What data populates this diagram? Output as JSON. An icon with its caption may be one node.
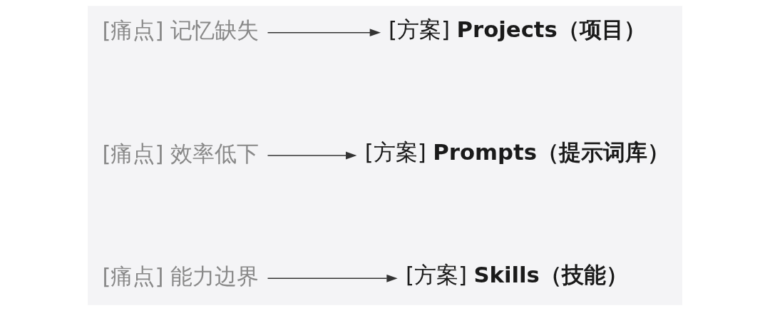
{
  "diagram": {
    "nodes": [
      {
        "text": [
          "[痛点] 记忆缺失"
        ]
      },
      {
        "text": [
          "[方案] **Projects（项目）**"
        ]
      },
      {
        "text": [
          "[痛点] 效率低下"
        ]
      },
      {
        "text": [
          "[方案] **Prompts（提示词库）**"
        ]
      },
      {
        "text": [
          "[痛点] 能力边界"
        ]
      },
      {
        "text": [
          "[方案] **Skills（技能）**"
        ]
      }
    ],
    "edges": [
      {
        "from": 0,
        "to": 1,
        "arrow": "to"
      },
      {
        "from": 2,
        "to": 3,
        "arrow": "to"
      },
      {
        "from": 4,
        "to": 5,
        "arrow": "to"
      }
    ]
  }
}
